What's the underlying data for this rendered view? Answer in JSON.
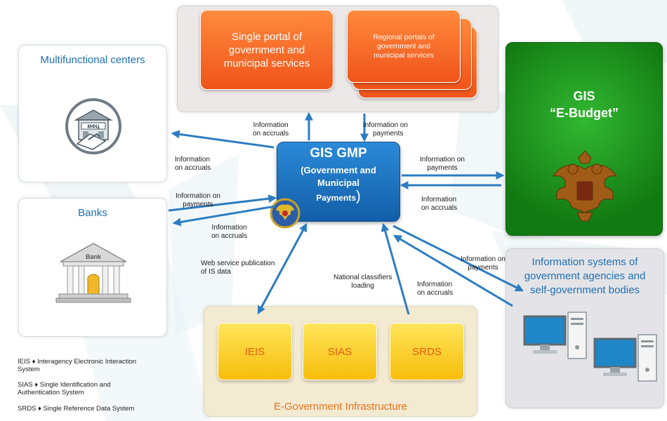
{
  "multifunctional_centers": {
    "title": "Multifunctional centers",
    "icon_text": "МФЦ"
  },
  "banks": {
    "title": "Banks",
    "icon_text": "Bank"
  },
  "single_portal": {
    "text": [
      "Single portal of",
      "government and",
      "municipal services"
    ]
  },
  "regional_portals": {
    "text": [
      "Regional portals of",
      "government and",
      "municipal services"
    ]
  },
  "gis_ebudget": {
    "line1": "GIS",
    "line2": "“E-Budget”"
  },
  "gis_gmp": {
    "title": "GIS GMP",
    "line1": "(Government and",
    "line2": "Municipal",
    "line3": "Payments",
    "paren": ")"
  },
  "info_systems": {
    "title": [
      "Information systems of",
      "government agencies and",
      "self-government bodies"
    ]
  },
  "egov": {
    "title": "E-Government Infrastructure",
    "boxes": [
      "IEIS",
      "SIAS",
      "SRDS"
    ]
  },
  "labels": {
    "accruals_top": [
      "Information",
      "on accruals"
    ],
    "payments_top": [
      "Information on",
      "payments"
    ],
    "mfc_accruals": [
      "Information",
      "on accruals"
    ],
    "bank_payments": [
      "Information on",
      "payments"
    ],
    "bank_accruals": [
      "Information",
      "on accruals"
    ],
    "ebudget_payments": [
      "Information on",
      "payments"
    ],
    "ebudget_accruals": [
      "Information",
      "on accruals"
    ],
    "web_service": [
      "Web service publication",
      "of IS data"
    ],
    "classifiers": [
      "National classifiers",
      "loading"
    ],
    "is_accruals": [
      "Information",
      "on accruals"
    ],
    "is_payments": [
      "Information on",
      "payments"
    ]
  },
  "legend": [
    [
      "IEIS ♦ Interagency Electronic Interaction",
      "System"
    ],
    [
      "SIAS ♦ Single Identification and",
      "Authentication System"
    ],
    [
      "SRDS ♦ Single Reference Data System"
    ]
  ],
  "colors": {
    "orange": "#f0541a",
    "green": "#1b8f1b",
    "blue": "#1f6fb3",
    "yellow": "#f7bd0c",
    "arrow": "#2c7cc1"
  }
}
